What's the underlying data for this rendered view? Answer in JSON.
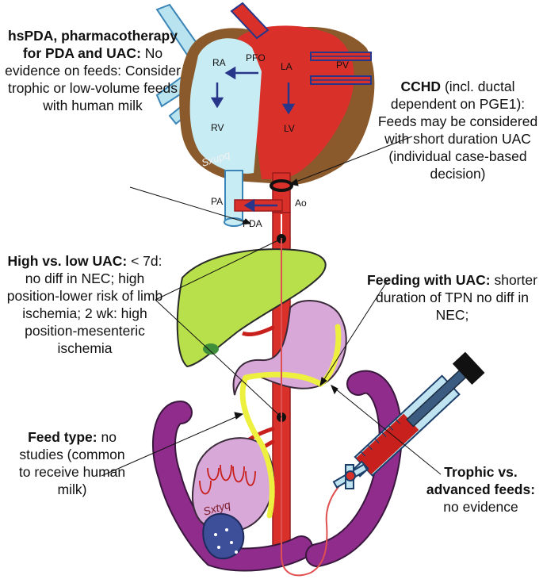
{
  "labels": {
    "ra": "RA",
    "rv": "RV",
    "la": "LA",
    "lv": "LV",
    "pfo": "PFO",
    "pv": "PV",
    "pa": "PA",
    "pda": "PDA",
    "ao": "Ao"
  },
  "signatures": [
    "Sxupq",
    "Sxtyq"
  ],
  "notes": {
    "hspda": {
      "title": "hsPDA, pharmacotherapy for PDA and UAC",
      "body": "No evidence on feeds: Consider trophic or low-volume feeds with human milk"
    },
    "cchd": {
      "title": "CCHD",
      "body": "(incl. ductal dependent on PGE1): Feeds may be considered with short duration UAC (individual case-based decision)"
    },
    "high_low": {
      "title": "High vs. low UAC",
      "body": "< 7d: no diff in NEC; high position-lower risk of limb ischemia; 2 wk: high position-mesenteric ischemia"
    },
    "feeding_uac": {
      "title": "Feeding with UAC",
      "body": "shorter duration of TPN no diff in NEC;"
    },
    "feed_type": {
      "title": "Feed type",
      "body": "no studies (common to receive human milk)"
    },
    "trophic": {
      "title": "Trophic vs. advanced feeds",
      "body": "no evidence"
    }
  }
}
